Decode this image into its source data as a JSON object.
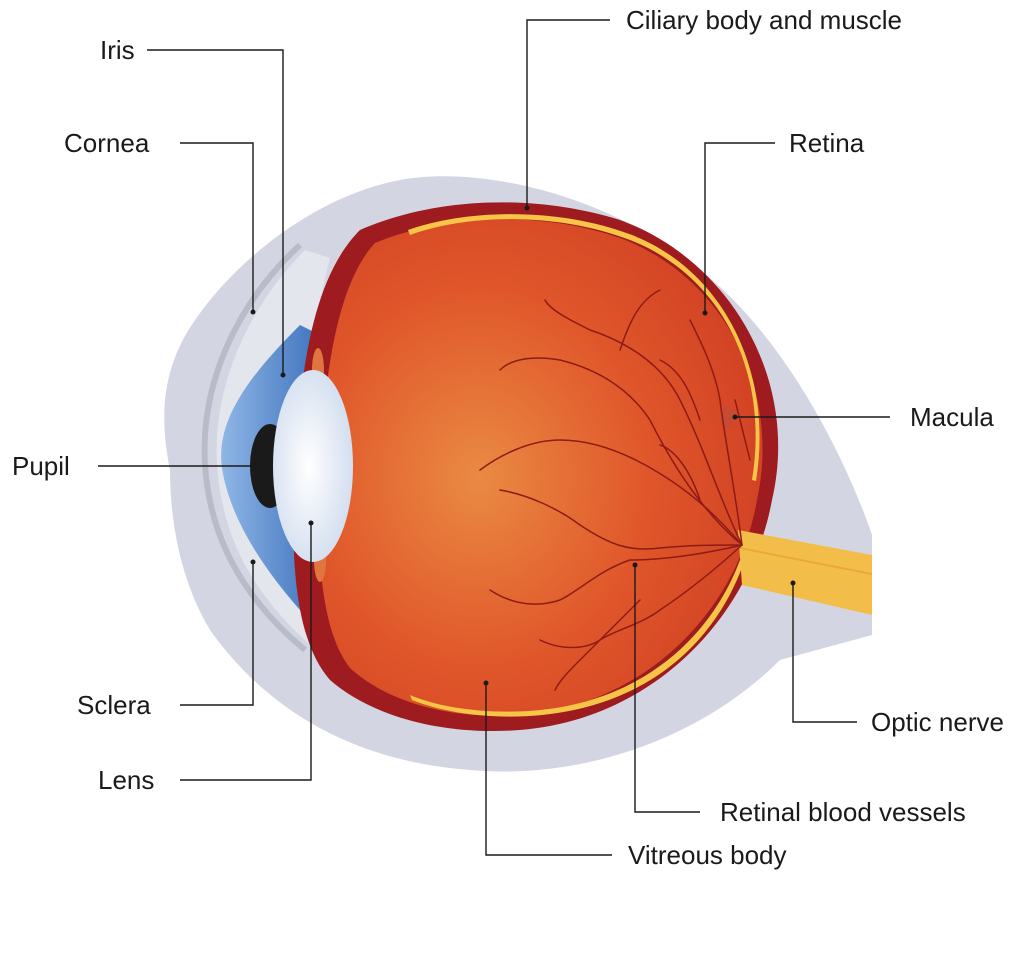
{
  "labels": {
    "iris": "Iris",
    "cornea": "Cornea",
    "pupil": "Pupil",
    "sclera": "Sclera",
    "lens": "Lens",
    "ciliary": "Ciliary body and muscle",
    "retina": "Retina",
    "macula": "Macula",
    "optic_nerve": "Optic nerve",
    "retinal_vessels": "Retinal blood vessels",
    "vitreous": "Vitreous body"
  },
  "colors": {
    "sclera_outer": "#d3d6e2",
    "eyeball_wall": "#9e1c1f",
    "vitreous": "#e35a2c",
    "retina": "#f6c548",
    "iris": "#5a8fd0",
    "lens": "#e6eef8",
    "pupil": "#1a1a1a",
    "optic_nerve": "#f3bd4a",
    "vessel": "#8e1b16"
  }
}
